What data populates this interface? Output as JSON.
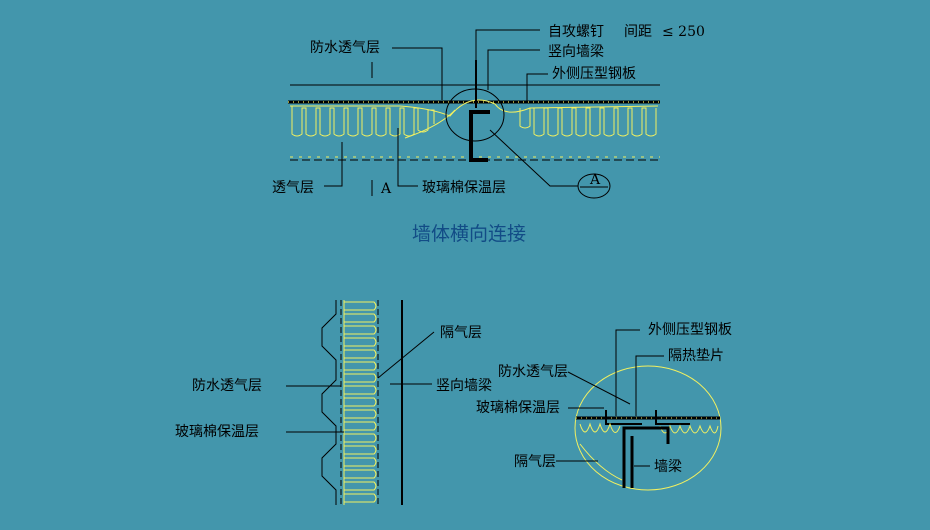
{
  "top_detail": {
    "title": "墙体横向连接",
    "labels": {
      "waterproof_membrane": "防水透气层",
      "self_tapping_screw": "自攻螺钉",
      "spacing_text": "间距",
      "spacing_value": "≤ 250",
      "vertical_wall_beam": "竖向墙梁",
      "outer_steel_sheet": "外侧压型钢板",
      "breathable_layer": "透气层",
      "section_mark": "A",
      "glass_wool_layer": "玻璃棉保温层",
      "callout_mark": "A"
    }
  },
  "bottom_left_detail": {
    "labels": {
      "vapor_barrier": "隔气层",
      "waterproof_membrane": "防水透气层",
      "vertical_wall_beam": "竖向墙梁",
      "glass_wool_layer": "玻璃棉保温层"
    }
  },
  "bottom_right_detail": {
    "labels": {
      "outer_steel_sheet": "外侧压型钢板",
      "thermal_pad": "隔热垫片",
      "waterproof_membrane": "防水透气层",
      "glass_wool_layer": "玻璃棉保温层",
      "vapor_barrier": "隔气层",
      "wall_beam": "墙梁"
    }
  },
  "colors": {
    "background": "#4396AC",
    "insulation": "#F2F060",
    "title": "#124C86",
    "linework": "#000000"
  }
}
